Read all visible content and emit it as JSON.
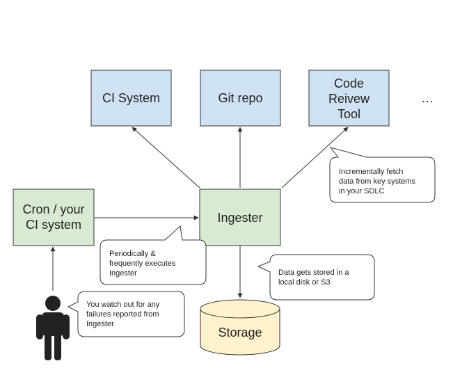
{
  "nodes": {
    "ci_system": {
      "lines": [
        "CI System"
      ]
    },
    "git_repo": {
      "lines": [
        "Git repo"
      ]
    },
    "code_review": {
      "lines": [
        "Code",
        "Reivew",
        "Tool"
      ]
    },
    "ellipsis": "…",
    "cron": {
      "lines": [
        "Cron / your",
        "CI system"
      ]
    },
    "ingester": {
      "lines": [
        "Ingester"
      ]
    },
    "storage": {
      "lines": [
        "Storage"
      ]
    }
  },
  "callouts": {
    "fetch": {
      "lines": [
        "Incrementally fetch",
        "data from key systems",
        "in your SDLC"
      ]
    },
    "periodic": {
      "lines": [
        "Periodically &",
        "frequently executes",
        "Ingester"
      ]
    },
    "storage_note": {
      "lines": [
        "Data gets stored in a",
        "local disk or S3"
      ]
    },
    "watch": {
      "lines": [
        "You watch out for any",
        "failures reported from",
        "Ingester"
      ]
    }
  },
  "colors": {
    "blue_fill": "#cfe2f3",
    "green_fill": "#d9ead3",
    "yellow_fill": "#fff2cc",
    "stroke": "#333333",
    "person": "#222222"
  }
}
